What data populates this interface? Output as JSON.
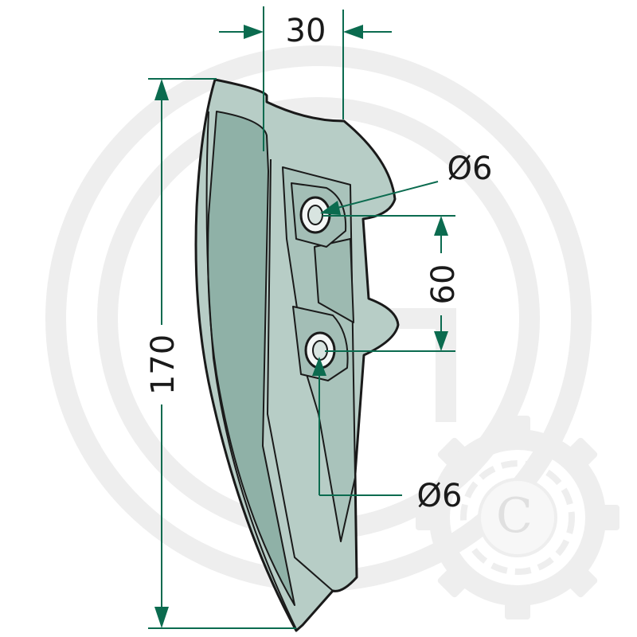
{
  "dimensions": {
    "width_label": "30",
    "height_label": "170",
    "hole_spacing_label": "60",
    "upper_hole_diameter_label": "Ø6",
    "lower_hole_diameter_label": "Ø6"
  },
  "colors": {
    "part_fill": "#b7cdc6",
    "part_shade": "#8fb1a7",
    "part_outline": "#1a1a1a",
    "dimension_line": "#0b6b4f",
    "watermark": "#eeeeee"
  },
  "watermark": {
    "logo_letter": "C"
  }
}
